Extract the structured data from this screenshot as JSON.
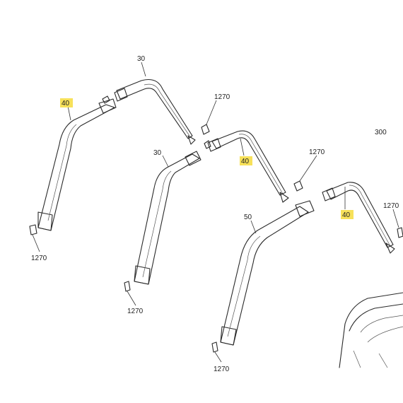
{
  "callouts": {
    "c30_top": "30",
    "c40_left": "40",
    "c1270_a": "1270",
    "c30_mid": "30",
    "c40_mid": "40",
    "c1270_b": "1270",
    "c300": "300",
    "c40_right": "40",
    "c1270_c": "1270",
    "c1270_d": "1270",
    "c50": "50",
    "c1270_e": "1270",
    "c1270_f": "1270"
  },
  "highlight_color": "#f7e15a"
}
